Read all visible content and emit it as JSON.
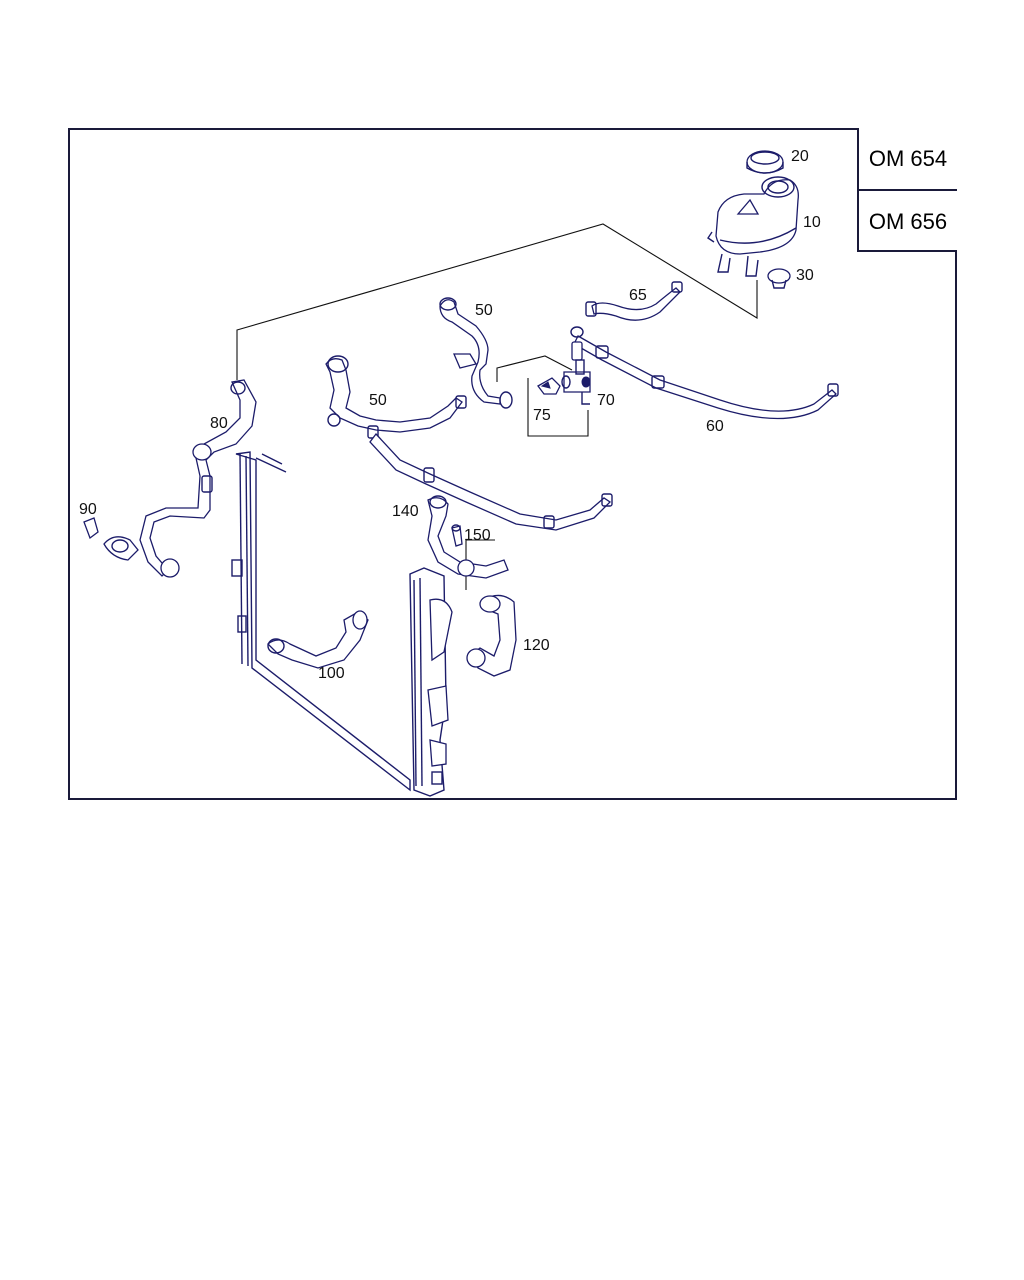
{
  "engine_variants": [
    "OM 654",
    "OM 656"
  ],
  "callouts": {
    "c10": "10",
    "c20": "20",
    "c30": "30",
    "c50a": "50",
    "c50b": "50",
    "c60": "60",
    "c65": "65",
    "c70": "70",
    "c75": "75",
    "c80": "80",
    "c90": "90",
    "c100": "100",
    "c120": "120",
    "c140": "140",
    "c150": "150"
  },
  "colors": {
    "line": "#1c1c6a",
    "frame": "#1a1a3a",
    "text": "#111111"
  }
}
